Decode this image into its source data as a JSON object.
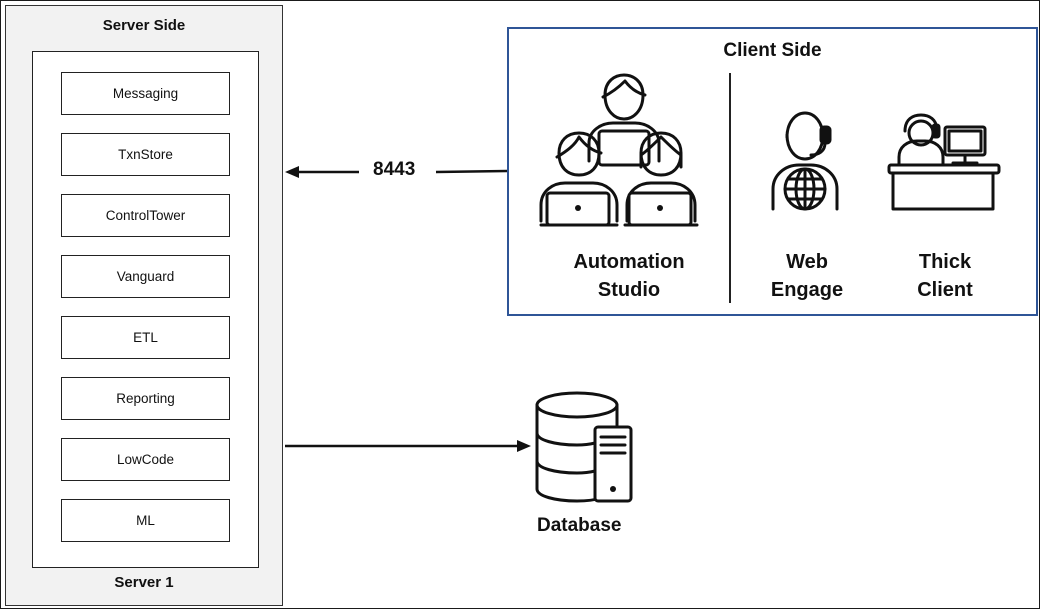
{
  "server": {
    "title": "Server Side",
    "modules": [
      "Messaging",
      "TxnStore",
      "ControlTower",
      "Vanguard",
      "ETL",
      "Reporting",
      "LowCode",
      "ML"
    ],
    "footer": "Server 1"
  },
  "client": {
    "title": "Client Side",
    "automation_studio": [
      "Automation",
      "Studio"
    ],
    "web_engage": [
      "Web",
      "Engage"
    ],
    "thick_client": [
      "Thick",
      "Client"
    ]
  },
  "connection": {
    "port_label": "8443"
  },
  "database": {
    "label": "Database"
  },
  "icons": [
    "users-laptops-icon",
    "headset-globe-agent-icon",
    "desk-computer-user-icon",
    "database-server-icon"
  ],
  "colors": {
    "client_border": "#2f5597",
    "line": "#111111"
  }
}
